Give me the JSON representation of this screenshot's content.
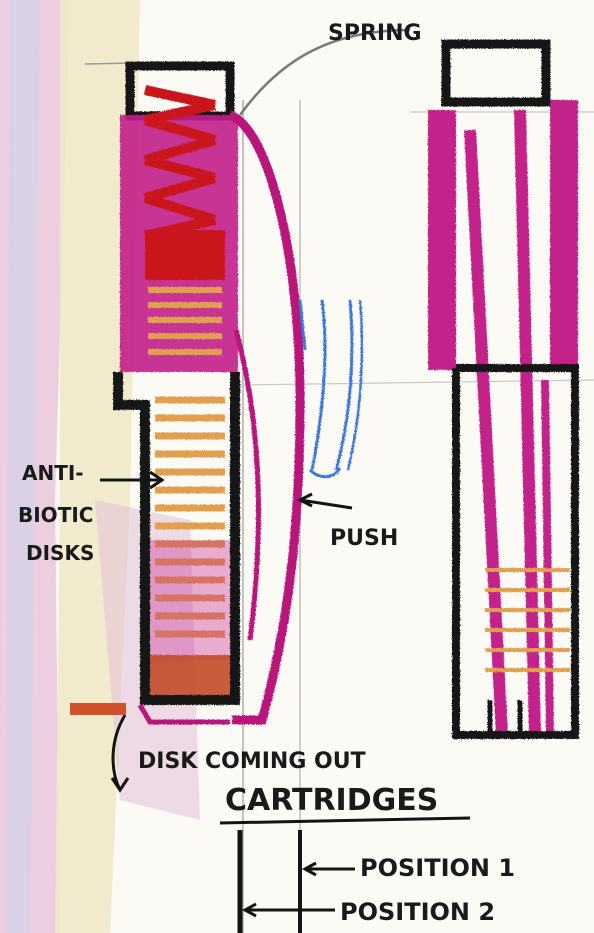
{
  "labels": {
    "spring": "SPRING",
    "anti_biotic_disks": [
      "ANTI-",
      "BIOTIC",
      "DISKS"
    ],
    "push": "PUSH",
    "disk_coming_out": "DISK COMING OUT",
    "cartridges": "CARTRIDGES",
    "position_1": "POSITION 1",
    "position_2": "POSITION 2"
  },
  "colors": {
    "paper": "#fbfaf4",
    "ink": "#141414",
    "magenta": "#b8127a",
    "red": "#c9151e",
    "orange": "#e0a050",
    "blue": "#3c78d8",
    "pink_wash": "#e7c6dc",
    "yellow_wash": "#efe8c8",
    "guide_line": "#9a9a9a"
  }
}
